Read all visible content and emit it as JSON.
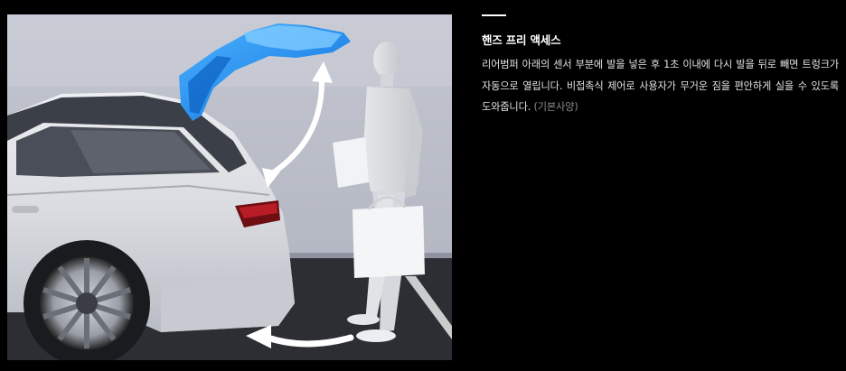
{
  "feature": {
    "title": "핸즈 프리 액세스",
    "description": "리어범퍼 아래의 센서 부분에 발을 넣은 후 1초 이내에 다시 발을 뒤로 빼면 트렁크가 자동으로 열립니다. 비접촉식 제어로 사용자가 무거운 짐을 편안하게 실을 수 있도록 도와줍니다.",
    "note": "(기본사양)"
  },
  "colors": {
    "background": "#000000",
    "accent_line": "#ffffff",
    "title_text": "#ffffff",
    "body_text": "#e3e3e3",
    "note_text": "#8c8c8c",
    "tailgate_highlight": "#1e90ff"
  },
  "icons": {
    "open_arrow": "curved-double-arrow-icon",
    "kick_arrow": "curved-arrow-left-icon"
  }
}
